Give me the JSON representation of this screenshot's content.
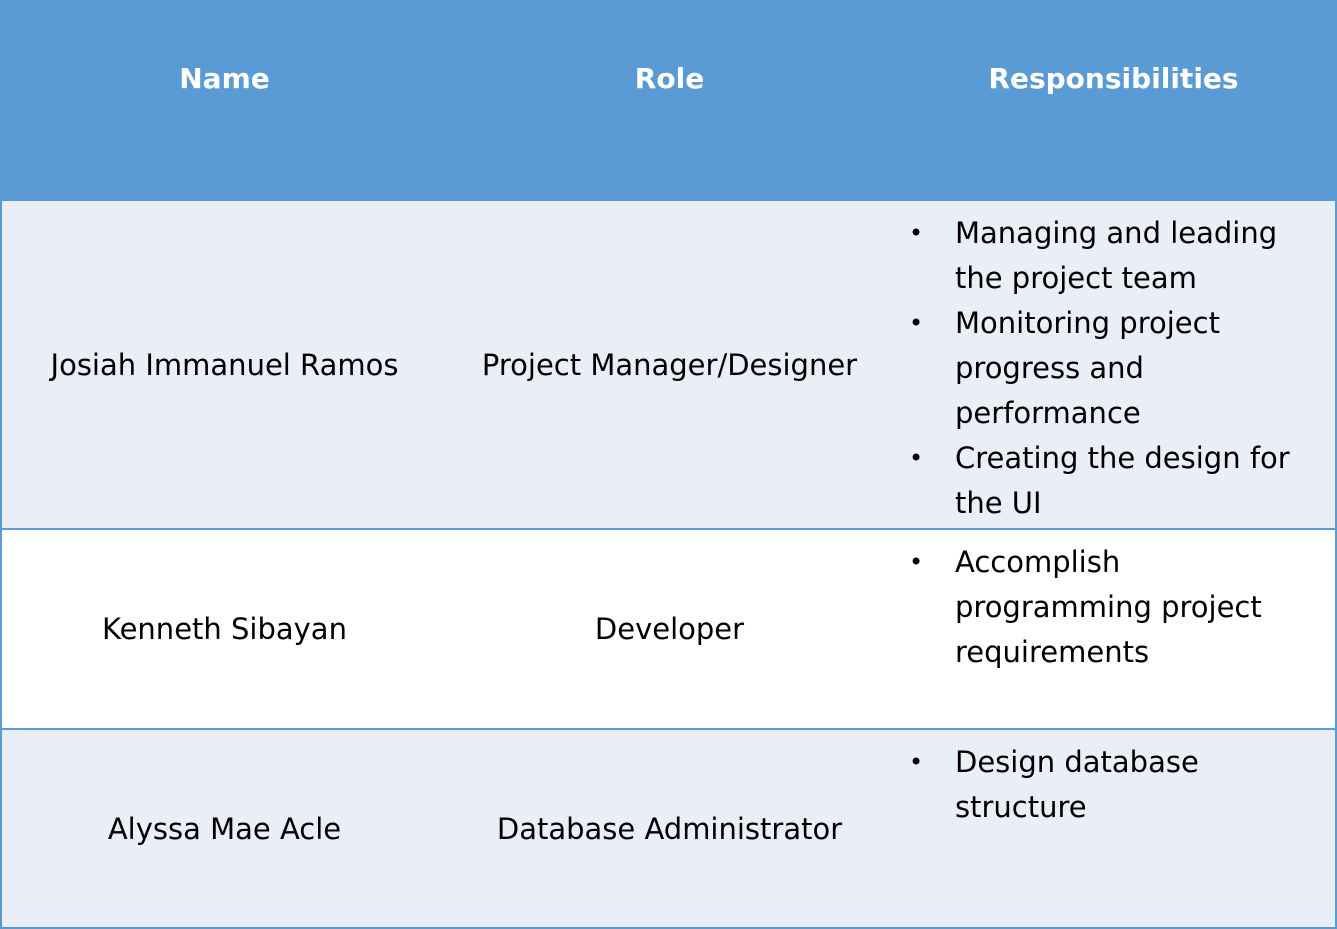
{
  "table": {
    "headers": {
      "name": "Name",
      "role": "Role",
      "responsibilities": "Responsibilities"
    },
    "rows": [
      {
        "name": "Josiah Immanuel Ramos",
        "role": "Project Manager/Designer",
        "responsibilities": [
          "Managing and leading the project team",
          "Monitoring project progress and performance",
          "Creating the design for the UI"
        ]
      },
      {
        "name": "Kenneth Sibayan",
        "role": "Developer",
        "responsibilities": [
          "Accomplish programming project requirements"
        ]
      },
      {
        "name": "Alyssa Mae Acle",
        "role": "Database Administrator",
        "responsibilities": [
          "Design database structure"
        ]
      }
    ],
    "bullet_glyph": "•",
    "colors": {
      "header_bg": "#5b9bd5",
      "shaded_row_bg": "#e9eef7",
      "plain_row_bg": "#ffffff",
      "border": "#5b9bd5"
    }
  }
}
